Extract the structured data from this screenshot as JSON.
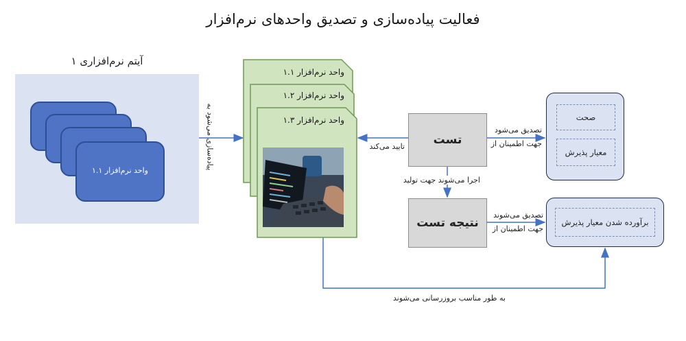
{
  "title": "فعالیت پیاده‌سازی و تصدیق واحدهای نرم‌افزار",
  "software_item": {
    "title": "آیتم نرم‌افزاری ۱",
    "unit_label": "واحد نرم‌افزار ۱.۱"
  },
  "software_units": [
    {
      "label": "واحد نرم‌افزار ۱.۱"
    },
    {
      "label": "واحد نرم‌افزار ۱.۲"
    },
    {
      "label": "واحد نرم‌افزار ۱.۳"
    }
  ],
  "implemented_label": "پیاده‌سازی می‌شود به",
  "test": {
    "label": "تست",
    "approves_label": "تایید می‌کند",
    "executed_label": "اجرا می‌شوند جهت تولید",
    "verify_label_1": "تصدیق می‌شود",
    "verify_label_2": "جهت اطمینان از"
  },
  "test_result": {
    "label": "نتیجه تست",
    "verify_label_1": "تصدیق می‌شوند",
    "verify_label_2": "جهت اطمینان از"
  },
  "criteria": {
    "correctness": "صحت",
    "acceptance": "معیار پذیرش"
  },
  "result_criteria": {
    "meets_acceptance": "برآورده شدن معیار پذیرش"
  },
  "update_label": "به طور مناسب بروزرسانی می‌شوند",
  "colors": {
    "unit_blue": "#4f74c6",
    "panel_blue": "#dbe3f2",
    "doc_green": "#cfe4bf",
    "arrow": "#4472c4"
  }
}
